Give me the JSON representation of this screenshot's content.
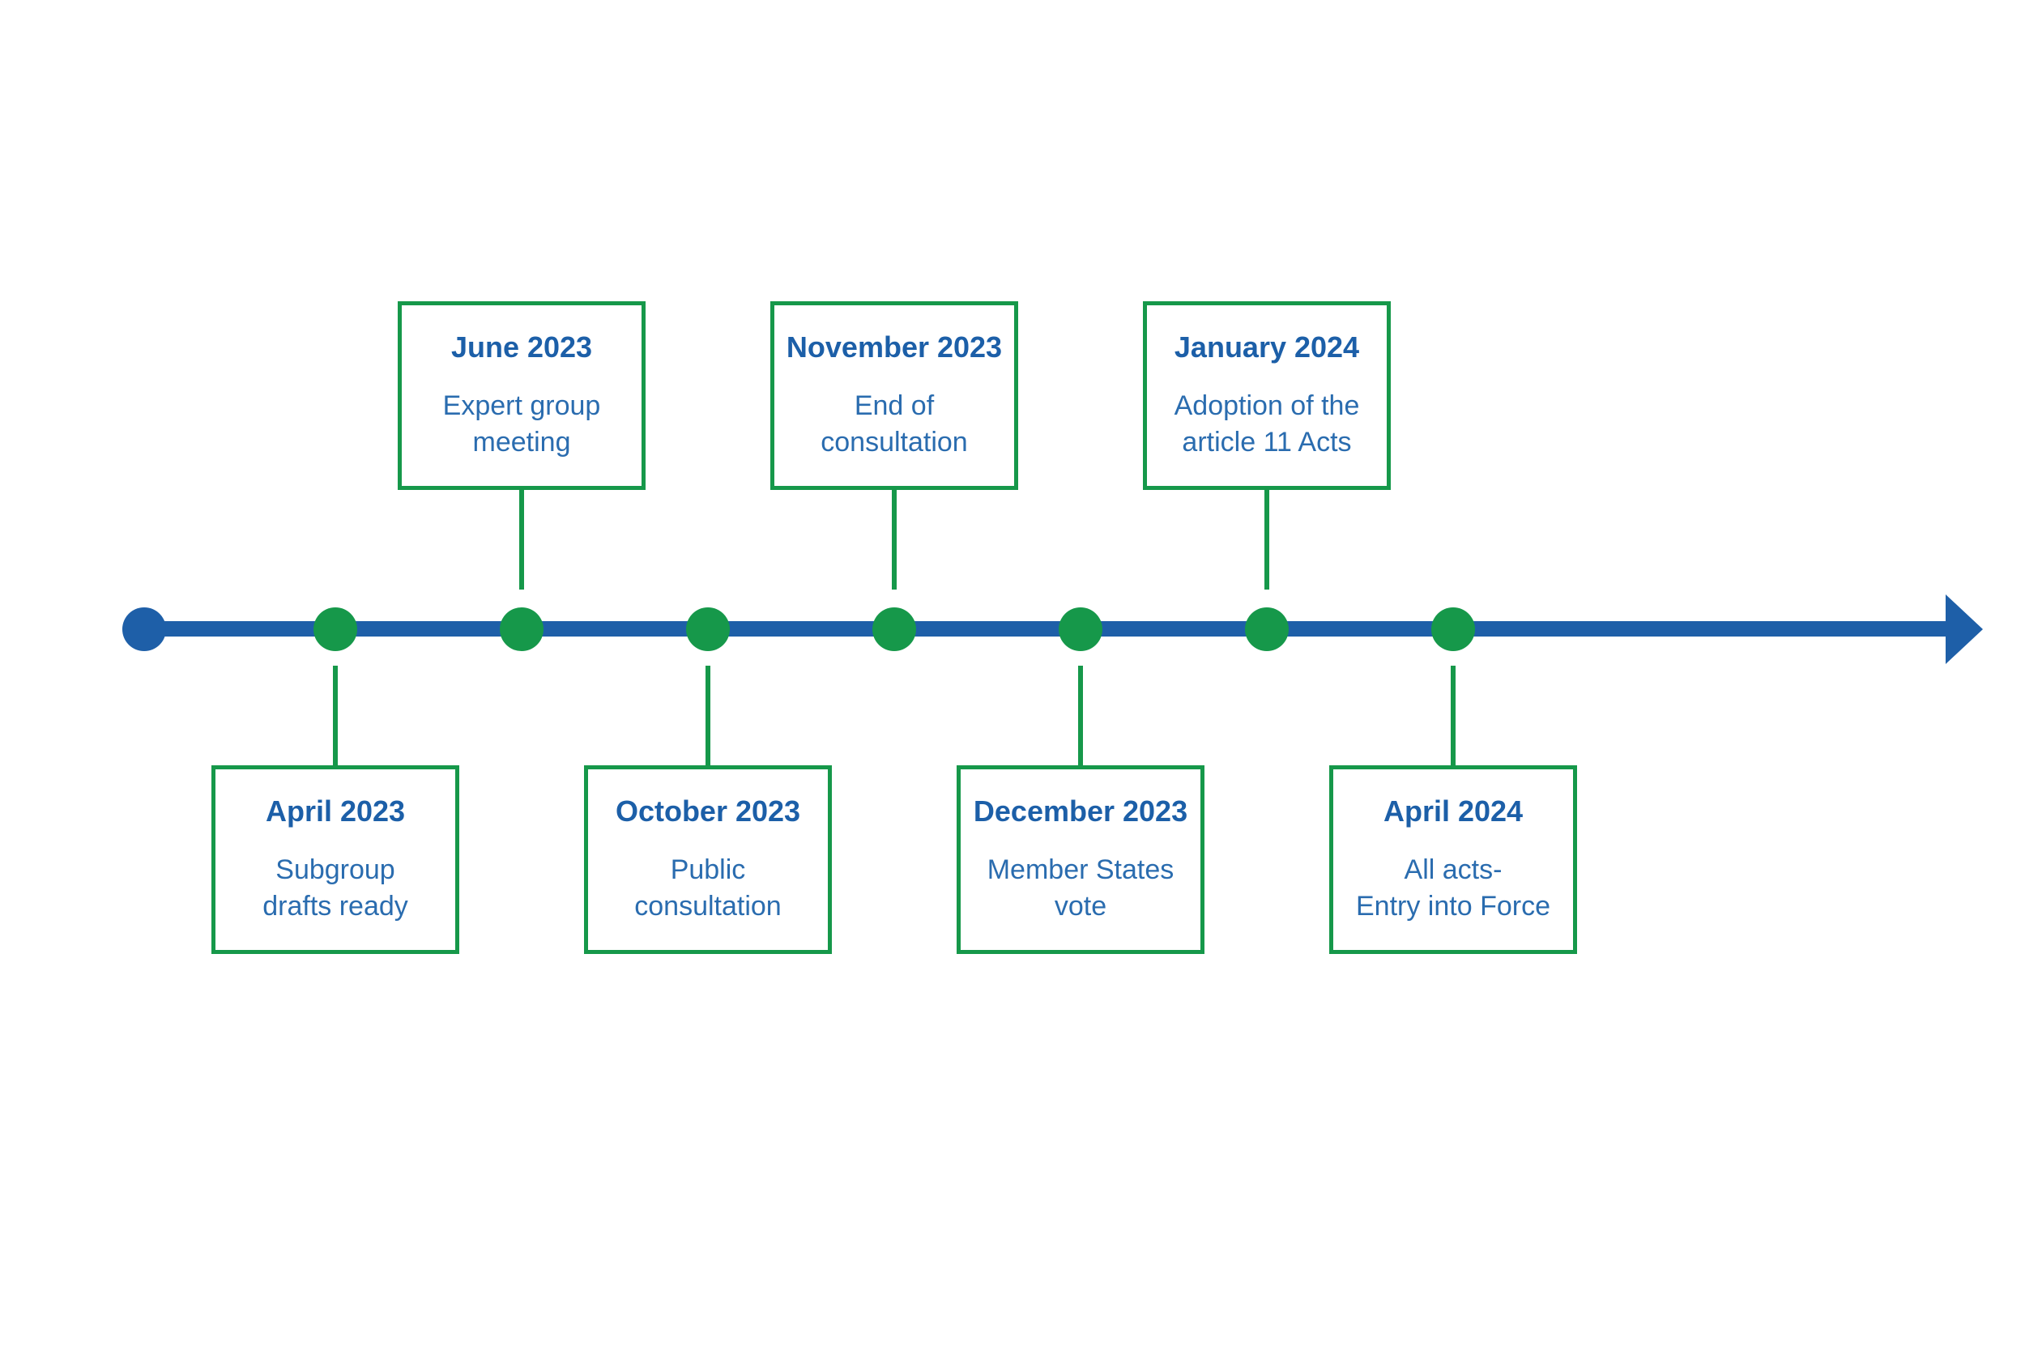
{
  "colors": {
    "timeline_blue": "#1E5FA8",
    "milestone_green": "#16984A",
    "date_text_blue": "#1C5FA8",
    "description_text_blue": "#2A6CAF"
  },
  "timeline": {
    "direction": "left-to-right",
    "events": [
      {
        "date": "April 2023",
        "description": "Subgroup\ndrafts ready",
        "side": "below"
      },
      {
        "date": "June 2023",
        "description": "Expert group\nmeeting",
        "side": "above"
      },
      {
        "date": "October 2023",
        "description": "Public\nconsultation",
        "side": "below"
      },
      {
        "date": "November 2023",
        "description": "End of\nconsultation",
        "side": "above"
      },
      {
        "date": "December 2023",
        "description": "Member States\nvote",
        "side": "below"
      },
      {
        "date": "January 2024",
        "description": "Adoption of the\narticle 11 Acts",
        "side": "above"
      },
      {
        "date": "April 2024",
        "description": "All acts-\nEntry into Force",
        "side": "below"
      }
    ]
  }
}
